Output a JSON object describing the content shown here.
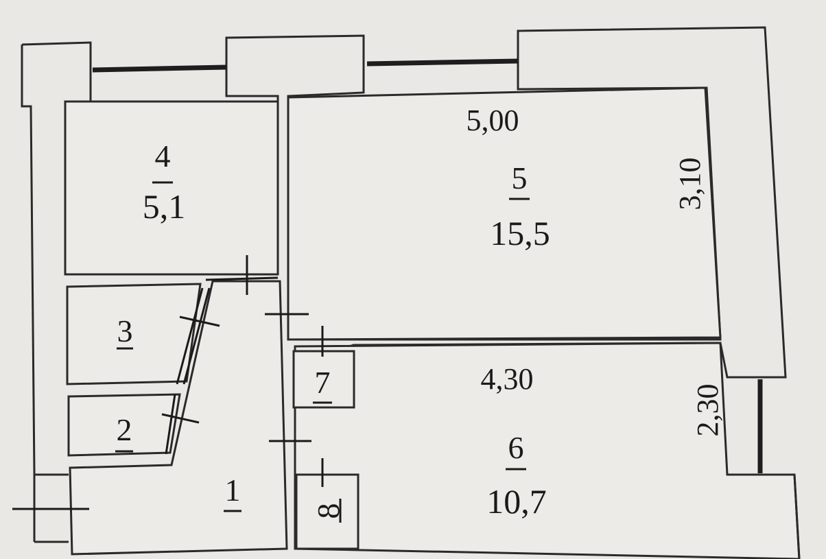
{
  "rooms": [
    {
      "number": "1",
      "area": ""
    },
    {
      "number": "2",
      "area": ""
    },
    {
      "number": "3",
      "area": ""
    },
    {
      "number": "4",
      "area": "5,1"
    },
    {
      "number": "5",
      "area": "15,5"
    },
    {
      "number": "6",
      "area": "10,7"
    },
    {
      "number": "7",
      "area": ""
    },
    {
      "number": "8",
      "area": ""
    }
  ],
  "dimensions": {
    "room5_width": "5,00",
    "room5_depth": "3,10",
    "room6_width": "4,30",
    "room6_depth": "2,30"
  }
}
